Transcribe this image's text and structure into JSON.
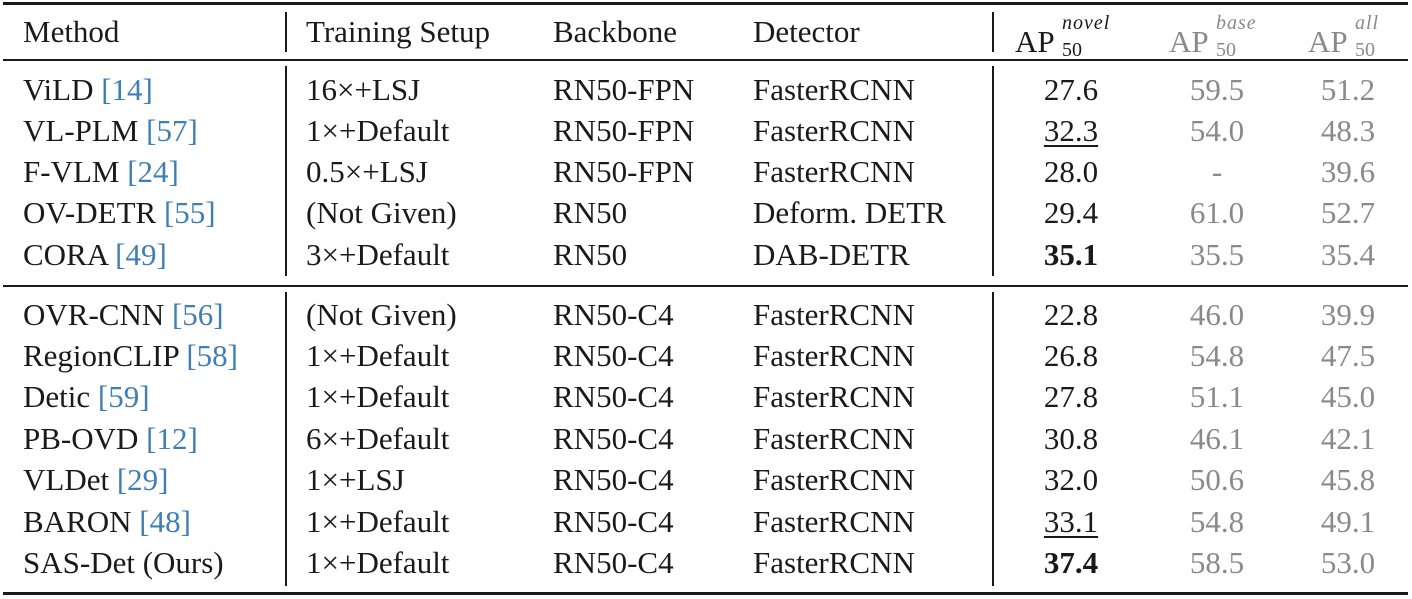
{
  "header": {
    "method": "Method",
    "training_setup": "Training Setup",
    "backbone": "Backbone",
    "detector": "Detector",
    "ap_novel": {
      "main": "AP",
      "sup": "novel",
      "sub": "50"
    },
    "ap_base": {
      "main": "AP",
      "sup": "base",
      "sub": "50"
    },
    "ap_all": {
      "main": "AP",
      "sup": "all",
      "sub": "50"
    }
  },
  "group1": [
    {
      "name": "ViLD",
      "cite": "[14]",
      "setup": "16×+LSJ",
      "backbone": "RN50-FPN",
      "detector": "FasterRCNN",
      "novel": "27.6",
      "base": "59.5",
      "all": "51.2"
    },
    {
      "name": "VL-PLM",
      "cite": "[57]",
      "setup": "1×+Default",
      "backbone": "RN50-FPN",
      "detector": "FasterRCNN",
      "novel": "32.3",
      "base": "54.0",
      "all": "48.3"
    },
    {
      "name": "F-VLM",
      "cite": "[24]",
      "setup": "0.5×+LSJ",
      "backbone": "RN50-FPN",
      "detector": "FasterRCNN",
      "novel": "28.0",
      "base": "-",
      "all": "39.6"
    },
    {
      "name": "OV-DETR",
      "cite": "[55]",
      "setup": "(Not Given)",
      "backbone": "RN50",
      "detector": "Deform. DETR",
      "novel": "29.4",
      "base": "61.0",
      "all": "52.7"
    },
    {
      "name": "CORA",
      "cite": "[49]",
      "setup": "3×+Default",
      "backbone": "RN50",
      "detector": "DAB-DETR",
      "novel": "35.1",
      "base": "35.5",
      "all": "35.4"
    }
  ],
  "group2": [
    {
      "name": "OVR-CNN",
      "cite": "[56]",
      "setup": "(Not Given)",
      "backbone": "RN50-C4",
      "detector": "FasterRCNN",
      "novel": "22.8",
      "base": "46.0",
      "all": "39.9"
    },
    {
      "name": "RegionCLIP",
      "cite": "[58]",
      "setup": "1×+Default",
      "backbone": "RN50-C4",
      "detector": "FasterRCNN",
      "novel": "26.8",
      "base": "54.8",
      "all": "47.5"
    },
    {
      "name": "Detic",
      "cite": "[59]",
      "setup": "1×+Default",
      "backbone": "RN50-C4",
      "detector": "FasterRCNN",
      "novel": "27.8",
      "base": "51.1",
      "all": "45.0"
    },
    {
      "name": "PB-OVD",
      "cite": "[12]",
      "setup": "6×+Default",
      "backbone": "RN50-C4",
      "detector": "FasterRCNN",
      "novel": "30.8",
      "base": "46.1",
      "all": "42.1"
    },
    {
      "name": "VLDet",
      "cite": "[29]",
      "setup": "1×+LSJ",
      "backbone": "RN50-C4",
      "detector": "FasterRCNN",
      "novel": "32.0",
      "base": "50.6",
      "all": "45.8"
    },
    {
      "name": "BARON",
      "cite": "[48]",
      "setup": "1×+Default",
      "backbone": "RN50-C4",
      "detector": "FasterRCNN",
      "novel": "33.1",
      "base": "54.8",
      "all": "49.1"
    },
    {
      "name": "SAS-Det (Ours)",
      "cite": "",
      "setup": "1×+Default",
      "backbone": "RN50-C4",
      "detector": "FasterRCNN",
      "novel": "37.4",
      "base": "58.5",
      "all": "53.0"
    }
  ]
}
